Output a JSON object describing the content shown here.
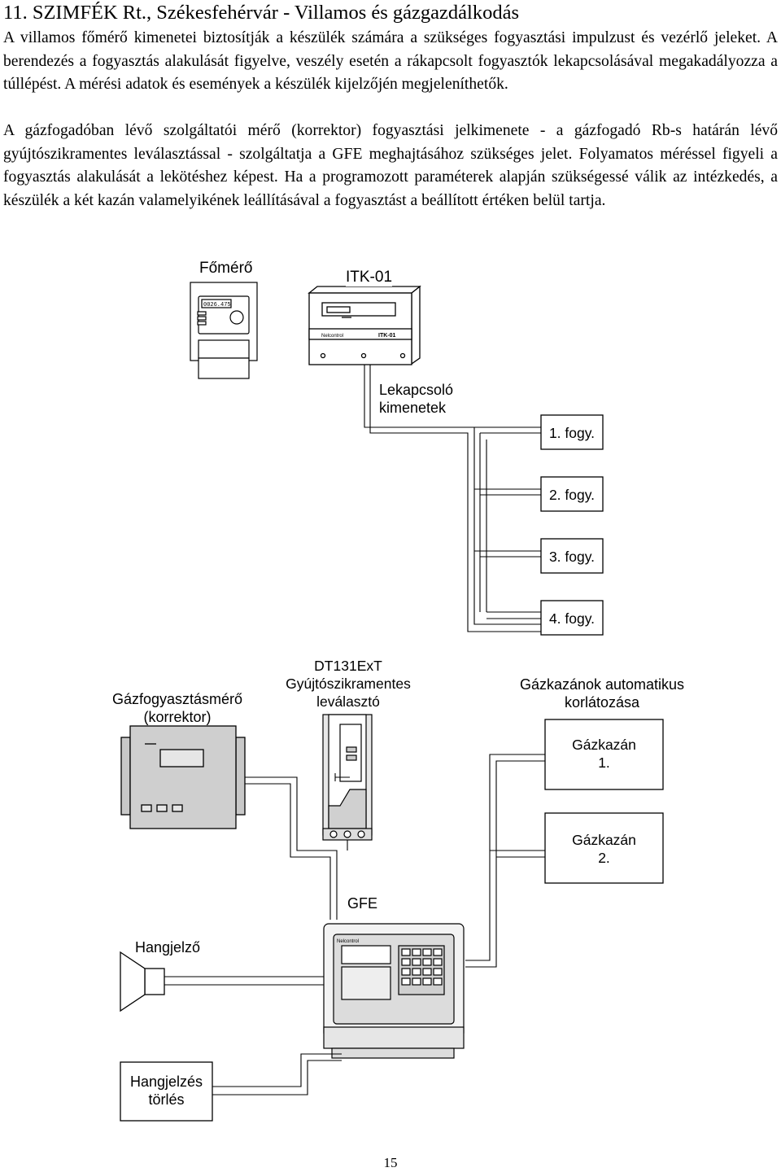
{
  "heading": "11. SZIMFÉK Rt., Székesfehérvár - Villamos és gázgazdálkodás",
  "paragraphs": [
    "A villamos főmérő kimenetei biztosítják a készülék számára a szükséges fogyasztási impulzust és vezérlő jeleket. A berendezés a fogyasztás alakulását figyelve, veszély esetén a rákapcsolt fogyasztók lekapcsolásával megakadályozza a túllépést. A mérési adatok és események a készülék kijelzőjén megjeleníthetők.",
    "A gázfogadóban lévő szolgáltatói mérő (korrektor) fogyasztási jelkimenete - a gázfogadó Rb-s határán lévő gyújtószikramentes leválasztással - szolgáltatja a GFE meghajtásához szükséges jelet. Folyamatos méréssel figyeli a fogyasztás alakulását a lekötéshez képest. Ha a programozott paraméterek alapján szükségessé válik az intézkedés, a készülék a két kazán valamelyikének leállításával a fogyasztást a beállított értéken belül tartja."
  ],
  "diagram": {
    "fomero_label": "Főmérő",
    "fomero_display": "0026.475",
    "itk_label": "ITK-01",
    "itk_brand": "Nelcontrol",
    "itk_model": "ITK-01",
    "lekapcsolo_label": "Lekapcsoló\nkimenetek",
    "consumers": [
      "1. fogy.",
      "2. fogy.",
      "3. fogy.",
      "4. fogy."
    ],
    "korrektor_label": "Gázfogyasztásmérő\n(korrektor)",
    "dt131_label": "DT131ExT\nGyújtószikramentes\nleválasztó",
    "gazkazanok_label": "Gázkazánok automatikus\nkorlátozása",
    "kazan1": "Gázkazán\n1.",
    "kazan2": "Gázkazán\n2.",
    "gfe_label": "GFE",
    "gfe_brand": "Nelcontrol",
    "hangjelzo_label": "Hangjelző",
    "hangjelzes_torles": "Hangjelzés\ntörlés"
  },
  "page_number": "15"
}
